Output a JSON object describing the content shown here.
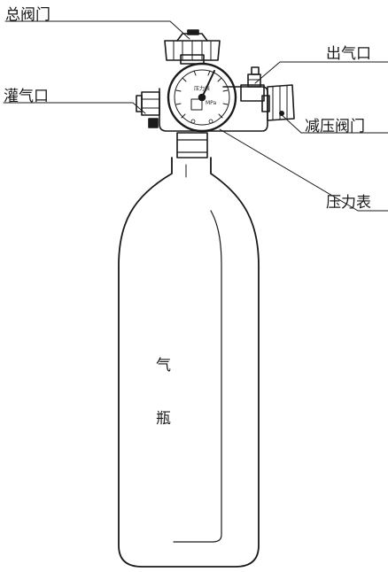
{
  "labels": {
    "main_valve": "总阀门",
    "fill_port": "灌气口",
    "outlet": "出气口",
    "pressure_reducing_valve": "减压阀门",
    "pressure_gauge": "压力表"
  },
  "bottle": {
    "char_1": "气",
    "char_2": "瓶"
  },
  "gauge": {
    "name": "压力表",
    "unit": "MPa"
  }
}
